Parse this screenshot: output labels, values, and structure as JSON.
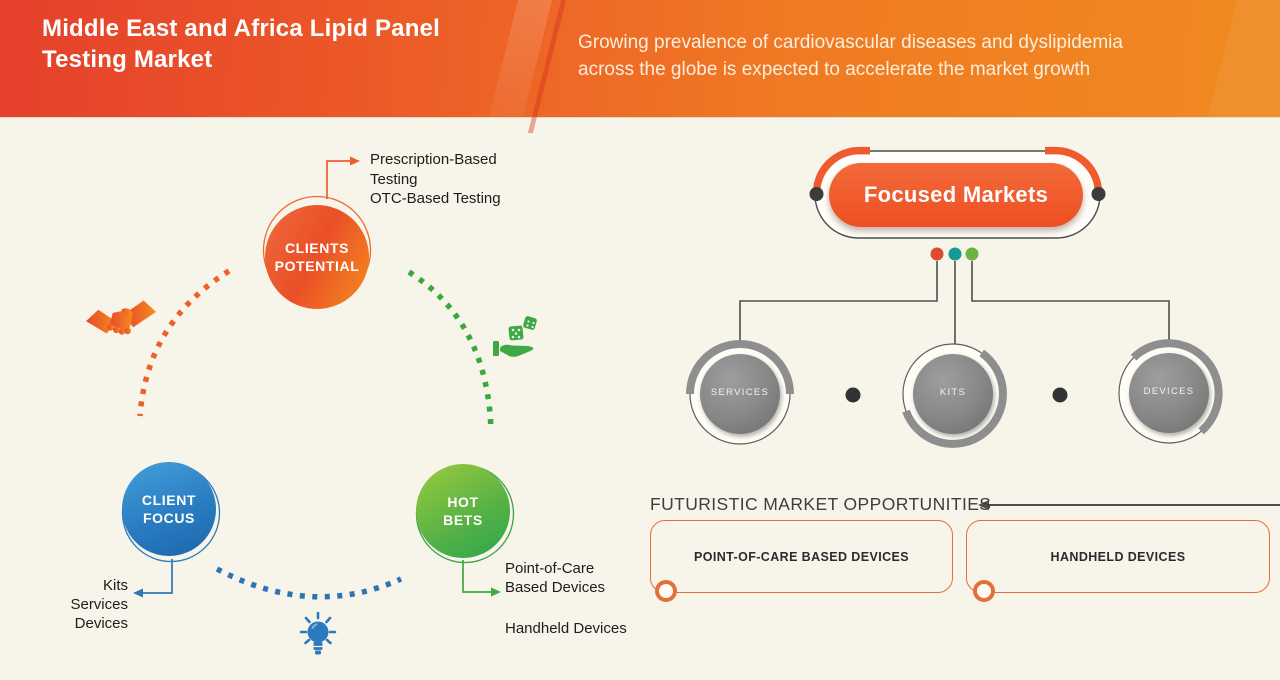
{
  "banner": {
    "title_line1": "Middle East and Africa Lipid Panel",
    "title_line2": "Testing Market",
    "subtitle_line1": "Growing prevalence of cardiovascular diseases and dyslipidemia",
    "subtitle_line2": "across the globe is expected to accelerate the market growth"
  },
  "strategy_map": {
    "circles": [
      {
        "line1": "CLIENTS",
        "line2": "POTENTIAL",
        "color": "#ee5a26"
      },
      {
        "line1": "CLIENT",
        "line2": "FOCUS",
        "color": "#2a7cc1"
      },
      {
        "line1": "HOT",
        "line2": "BETS",
        "color": "#4caf46"
      }
    ],
    "clients_potential_items": {
      "item1": "Prescription-Based Testing",
      "item2": "OTC-Based Testing"
    },
    "client_focus_items": {
      "item1": "Kits",
      "item2": "Services",
      "item3": "Devices"
    },
    "hot_bets_items": {
      "item1": "Point-of-Care Based Devices",
      "item2": "Handheld Devices"
    },
    "icons": [
      "handshake-icon",
      "dice-hand-icon",
      "lightbulb-icon"
    ]
  },
  "focused_markets": {
    "label": "Focused Markets",
    "segments": [
      "SERVICES",
      "KITS",
      "DEVICES"
    ],
    "legend_colors": [
      "#dd4a32",
      "#169a96",
      "#6cb33f"
    ]
  },
  "opportunities": {
    "heading": "FUTURISTIC MARKET OPPORTUNITIES",
    "boxes": [
      "POINT-OF-CARE BASED DEVICES",
      "HANDHELD DEVICES"
    ]
  },
  "colors": {
    "banner_gradient_start": "#e5402b",
    "banner_gradient_end": "#f08a20",
    "background": "#f7f4e9",
    "accent_orange": "#ef5b2e",
    "accent_blue": "#2a7cc1",
    "accent_green": "#3fa844",
    "neutral_gray": "#8e8e8e"
  }
}
